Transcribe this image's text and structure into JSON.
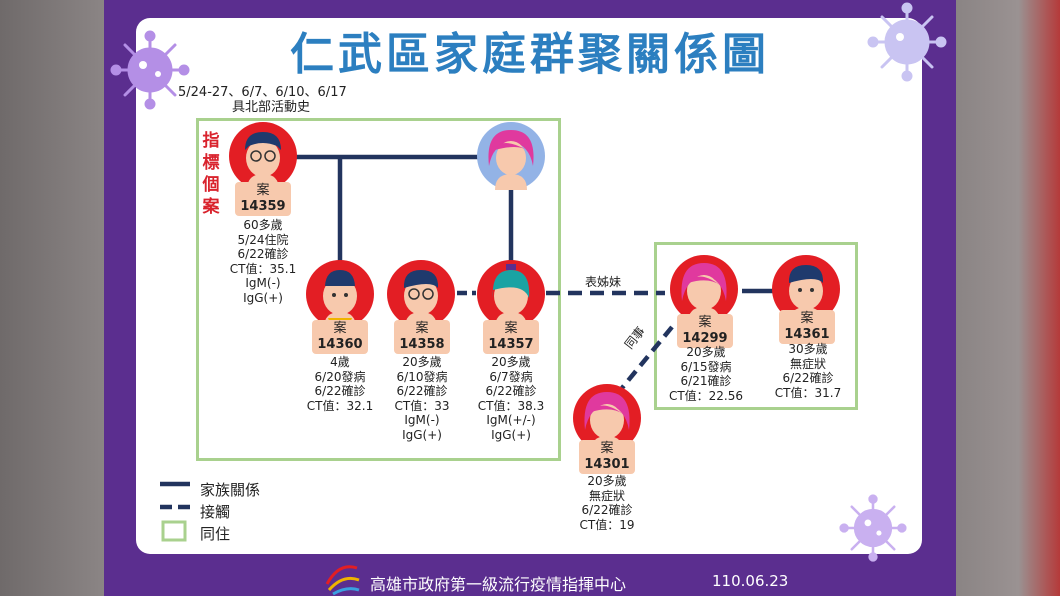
{
  "title": "仁武區家庭群聚關係圖",
  "travel": {
    "dates": "5/24-27、6/7、6/10、6/17",
    "history": "具北部活動史"
  },
  "index_label": "指標個案",
  "relation_labels": {
    "cousins": "表姊妹",
    "colleague": "同事"
  },
  "cases": {
    "c14359": {
      "badge_prefix": "案",
      "number": "14359",
      "lines": [
        "60多歲",
        "5/24住院",
        "6/22確診",
        "CT值：35.1",
        "IgM(-)",
        "IgG(+)"
      ]
    },
    "c14360": {
      "badge_prefix": "案",
      "number": "14360",
      "lines": [
        "4歲",
        "6/20發病",
        "6/22確診",
        "CT值：32.1"
      ]
    },
    "c14358": {
      "badge_prefix": "案",
      "number": "14358",
      "lines": [
        "20多歲",
        "6/10發病",
        "6/22確診",
        "CT值：33",
        "IgM(-)",
        "IgG(+)"
      ]
    },
    "c14357": {
      "badge_prefix": "案",
      "number": "14357",
      "lines": [
        "20多歲",
        "6/7發病",
        "6/22確診",
        "CT值：38.3",
        "IgM(+/-)",
        "IgG(+)"
      ]
    },
    "c14299": {
      "badge_prefix": "案",
      "number": "14299",
      "lines": [
        "20多歲",
        "6/15發病",
        "6/21確診",
        "CT值：22.56"
      ]
    },
    "c14361": {
      "badge_prefix": "案",
      "number": "14361",
      "lines": [
        "30多歲",
        "無症狀",
        "6/22確診",
        "CT值：31.7"
      ]
    },
    "c14301": {
      "badge_prefix": "案",
      "number": "14301",
      "lines": [
        "20多歲",
        "無症狀",
        "6/22確診",
        "CT值：19"
      ]
    }
  },
  "legend": {
    "family": "家族關係",
    "contact": "接觸",
    "cohabit": "同住"
  },
  "footer": {
    "org": "高雄市政府第一級流行疫情指揮中心",
    "date": "110.06.23"
  },
  "colors": {
    "frame": "#5b2e8f",
    "title": "#2c7fc0",
    "line": "#22345e",
    "cohabit_box": "#a9d18e",
    "avatar_red": "#e31e24",
    "badge": "#f7c9ad",
    "index_label": "#d9232d"
  },
  "icons": [
    "virus-icon",
    "person-avatar-icon",
    "kaohsiung-logo-icon"
  ]
}
